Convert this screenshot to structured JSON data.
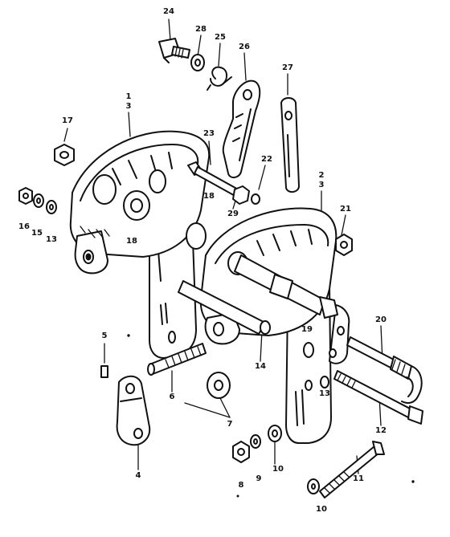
{
  "diagram": {
    "labels": [
      {
        "id": "24",
        "text": "24"
      },
      {
        "id": "28",
        "text": "28"
      },
      {
        "id": "25",
        "text": "25"
      },
      {
        "id": "26",
        "text": "26"
      },
      {
        "id": "27",
        "text": "27"
      },
      {
        "id": "1a",
        "text": "1"
      },
      {
        "id": "3a",
        "text": "3"
      },
      {
        "id": "17",
        "text": "17"
      },
      {
        "id": "23",
        "text": "23"
      },
      {
        "id": "22",
        "text": "22"
      },
      {
        "id": "18a",
        "text": "18"
      },
      {
        "id": "29",
        "text": "29"
      },
      {
        "id": "2",
        "text": "2"
      },
      {
        "id": "3b",
        "text": "3"
      },
      {
        "id": "21",
        "text": "21"
      },
      {
        "id": "16",
        "text": "16"
      },
      {
        "id": "15",
        "text": "15"
      },
      {
        "id": "13a",
        "text": "13"
      },
      {
        "id": "18b",
        "text": "18"
      },
      {
        "id": "19",
        "text": "19"
      },
      {
        "id": "20",
        "text": "20"
      },
      {
        "id": "5",
        "text": "5"
      },
      {
        "id": "14",
        "text": "14"
      },
      {
        "id": "6",
        "text": "6"
      },
      {
        "id": "13b",
        "text": "13"
      },
      {
        "id": "12",
        "text": "12"
      },
      {
        "id": "7",
        "text": "7"
      },
      {
        "id": "4",
        "text": "4"
      },
      {
        "id": "8",
        "text": "8"
      },
      {
        "id": "9",
        "text": "9"
      },
      {
        "id": "10a",
        "text": "10"
      },
      {
        "id": "11",
        "text": "11"
      },
      {
        "id": "10b",
        "text": "10"
      }
    ]
  }
}
